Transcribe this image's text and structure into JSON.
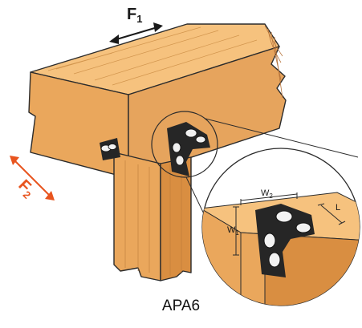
{
  "figure": {
    "caption": "APA6",
    "force_labels": {
      "f1": {
        "letter": "F",
        "sub": "1",
        "color": "#1a1a1a"
      },
      "f2": {
        "letter": "F",
        "sub": "2",
        "color": "#e8541e"
      }
    },
    "dimension_labels": {
      "w1": {
        "letter": "W",
        "sub": "1"
      },
      "w2": {
        "letter": "W",
        "sub": "2"
      },
      "l": {
        "letter": "L"
      }
    },
    "colors": {
      "wood_top": "#f6c27e",
      "wood_front": "#eaa75c",
      "wood_side": "#d98e41",
      "wood_end": "#e6a45d",
      "bracket": "#262626",
      "outline": "#2b2b2b",
      "accent": "#e8541e"
    },
    "icons": [
      "connector-bracket-icon",
      "bolt-nut-icon"
    ]
  }
}
